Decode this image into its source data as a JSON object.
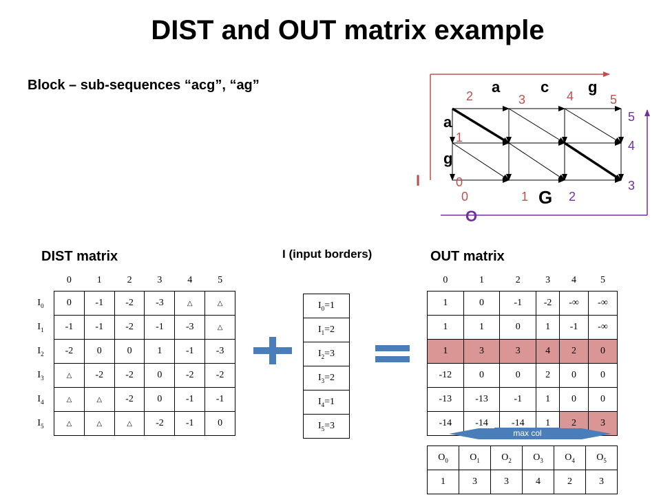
{
  "title": "DIST and OUT matrix example",
  "subtitle": "Block  – sub-sequences “acg”, “ag”",
  "graph": {
    "top_seq": [
      "a",
      "c",
      "g"
    ],
    "left_seq": [
      "a",
      "g"
    ],
    "top_index": [
      "2",
      "3",
      "4",
      "5"
    ],
    "left_index": [
      "1",
      "0"
    ],
    "right_index": [
      "5",
      "4",
      "3"
    ],
    "bottom_index": [
      "0",
      "1",
      "2"
    ],
    "center_label": "G",
    "input_label": "I",
    "output_label": "O"
  },
  "dist": {
    "title": "DIST matrix",
    "columns": [
      "0",
      "1",
      "2",
      "3",
      "4",
      "5"
    ],
    "rows": [
      {
        "label": "I",
        "sub": "0",
        "cells": [
          "0",
          "-1",
          "-2",
          "-3",
          "△",
          "△"
        ]
      },
      {
        "label": "I",
        "sub": "1",
        "cells": [
          "-1",
          "-1",
          "-2",
          "-1",
          "-3",
          "△"
        ]
      },
      {
        "label": "I",
        "sub": "2",
        "cells": [
          "-2",
          "0",
          "0",
          "1",
          "-1",
          "-3"
        ]
      },
      {
        "label": "I",
        "sub": "3",
        "cells": [
          "△",
          "-2",
          "-2",
          "0",
          "-2",
          "-2"
        ]
      },
      {
        "label": "I",
        "sub": "4",
        "cells": [
          "△",
          "△",
          "-2",
          "0",
          "-1",
          "-1"
        ]
      },
      {
        "label": "I",
        "sub": "5",
        "cells": [
          "△",
          "△",
          "△",
          "-2",
          "-1",
          "0"
        ]
      }
    ]
  },
  "input": {
    "title": "I (input borders)",
    "rows": [
      {
        "label": "I",
        "sub": "0",
        "value": "=1"
      },
      {
        "label": "I",
        "sub": "1",
        "value": "=2"
      },
      {
        "label": "I",
        "sub": "2",
        "value": "=3"
      },
      {
        "label": "I",
        "sub": "3",
        "value": "=2"
      },
      {
        "label": "I",
        "sub": "4",
        "value": "=1"
      },
      {
        "label": "I",
        "sub": "5",
        "value": "=3"
      }
    ]
  },
  "out": {
    "title": "OUT matrix",
    "columns": [
      "0",
      "1",
      "2",
      "3",
      "4",
      "5"
    ],
    "rows": [
      [
        "1",
        "0",
        "-1",
        "-2",
        "-∞",
        "-∞"
      ],
      [
        "1",
        "1",
        "0",
        "1",
        "-1",
        "-∞"
      ],
      [
        "1",
        "3",
        "3",
        "4",
        "2",
        "0"
      ],
      [
        "-12",
        "0",
        "0",
        "2",
        "0",
        "0"
      ],
      [
        "-13",
        "-13",
        "-1",
        "1",
        "0",
        "0"
      ],
      [
        "-14",
        "-14",
        "-14",
        "1",
        "2",
        "3"
      ]
    ],
    "highlight_row": 2,
    "highlight_cell": [
      5,
      5
    ],
    "max_col_label": "max col",
    "result_header": [
      {
        "label": "O",
        "sub": "0"
      },
      {
        "label": "O",
        "sub": "1"
      },
      {
        "label": "O",
        "sub": "2"
      },
      {
        "label": "O",
        "sub": "3"
      },
      {
        "label": "O",
        "sub": "4"
      },
      {
        "label": "O",
        "sub": "5"
      }
    ],
    "result_values": [
      "1",
      "3",
      "3",
      "4",
      "2",
      "3"
    ]
  },
  "colors": {
    "index_red": "#c0504d",
    "purple": "#7030a0",
    "arrow_red": "#c0504d",
    "plus_blue": "#4a7ebb",
    "pink": "#d99694"
  },
  "icons": [
    "plus-icon",
    "equals-icon",
    "max-col-arrow-icon"
  ]
}
